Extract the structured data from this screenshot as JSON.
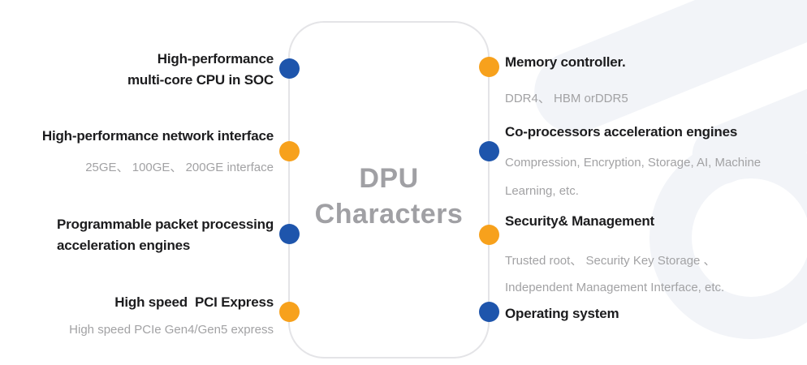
{
  "diagram": {
    "center_title": "DPU\nCharacters"
  },
  "left_items": [
    {
      "title": "High-performance\nmulti-core CPU in SOC",
      "subtitle": "",
      "dot_color_name": "blue"
    },
    {
      "title": "High-performance network interface",
      "subtitle": "25GE、 100GE、 200GE interface",
      "dot_color_name": "orange"
    },
    {
      "title": "Programmable packet processing\nacceleration engines",
      "subtitle": "",
      "dot_color_name": "blue"
    },
    {
      "title": "High speed  PCI Express",
      "subtitle": "High speed PCIe Gen4/Gen5 express",
      "dot_color_name": "orange"
    }
  ],
  "right_items": [
    {
      "title": "Memory controller.",
      "subtitle": "DDR4、 HBM orDDR5",
      "dot_color_name": "orange"
    },
    {
      "title": "Co-processors acceleration engines",
      "subtitle": "Compression, Encryption, Storage, AI, Machine\nLearning, etc.",
      "dot_color_name": "blue"
    },
    {
      "title": "Security& Management",
      "subtitle": "Trusted root、 Security Key Storage 、\nIndependent Management Interface, etc.",
      "dot_color_name": "orange"
    },
    {
      "title": "Operating system",
      "subtitle": "",
      "dot_color_name": "blue"
    }
  ],
  "colors": {
    "blue": "#1e55ac",
    "orange": "#f7a11c",
    "titleText": "#1c1c1e",
    "subText": "#a2a2a4",
    "centerText": "#a0a0a4",
    "border": "#e4e4e7",
    "watermark": "#f2f4f8"
  }
}
